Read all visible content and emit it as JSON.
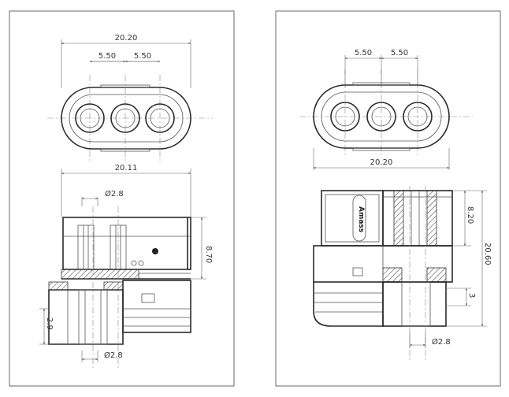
{
  "left_view": {
    "top_dims": {
      "overall": "20.20",
      "pitch_a": "5.50",
      "pitch_b": "5.50"
    },
    "side_dims": {
      "width": "20.11",
      "pin_diameter_top": "Ø2.8",
      "height": "8.70",
      "lower_height": "2.9",
      "pin_diameter_bottom": "Ø2.8"
    }
  },
  "right_view": {
    "top_dims": {
      "pitch_a": "5.50",
      "pitch_b": "5.50",
      "overall": "20.20"
    },
    "side_dims": {
      "upper_height": "8.20",
      "total_height": "20.60",
      "lower_height": "3",
      "pin_diameter": "Ø2.8"
    },
    "brand_label": "Amass"
  },
  "icons": [
    "plug-face-outline",
    "connector-side-section",
    "hatch-pattern"
  ]
}
